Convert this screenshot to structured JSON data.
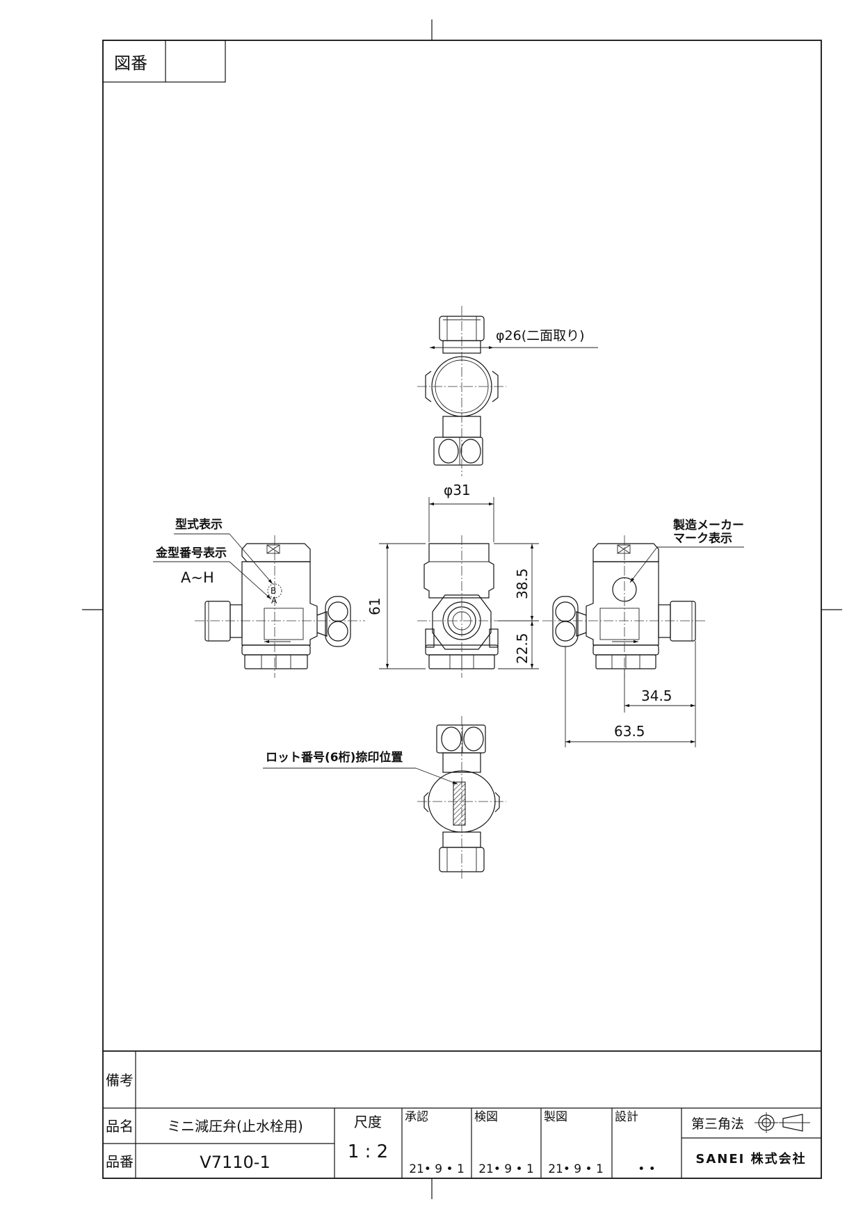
{
  "frame": {
    "drawing_no_label": "図番",
    "drawing_no_value": ""
  },
  "annotations": {
    "dia26": "φ26(二面取り)",
    "dia31": "φ31",
    "model_mark": "型式表示",
    "mold_no": "金型番号表示",
    "mold_range": "A~H",
    "maker_mark_1": "製造メーカー",
    "maker_mark_2": "マーク表示",
    "lot_no": "ロット番号(6桁)捺印位置",
    "mark_b": "B",
    "mark_a": "A"
  },
  "dimensions": {
    "height_total": "61",
    "upper": "38.5",
    "lower": "22.5",
    "len1": "34.5",
    "len2": "63.5"
  },
  "title_block": {
    "remarks_label": "備考",
    "remarks_value": "",
    "name_label": "品名",
    "name_value": "ミニ減圧弁(止水栓用)",
    "number_label": "品番",
    "number_value": "V7110-1",
    "scale_label": "尺度",
    "scale_value": "1 : 2",
    "approve_label": "承認",
    "approve_date": "21• 9 • 1",
    "check_label": "検図",
    "check_date": "21• 9 • 1",
    "draw_label": "製図",
    "draw_date": "21• 9 • 1",
    "design_label": "設計",
    "design_date": "•   •",
    "projection_label": "第三角法",
    "company": "SANEI 株式会社"
  }
}
